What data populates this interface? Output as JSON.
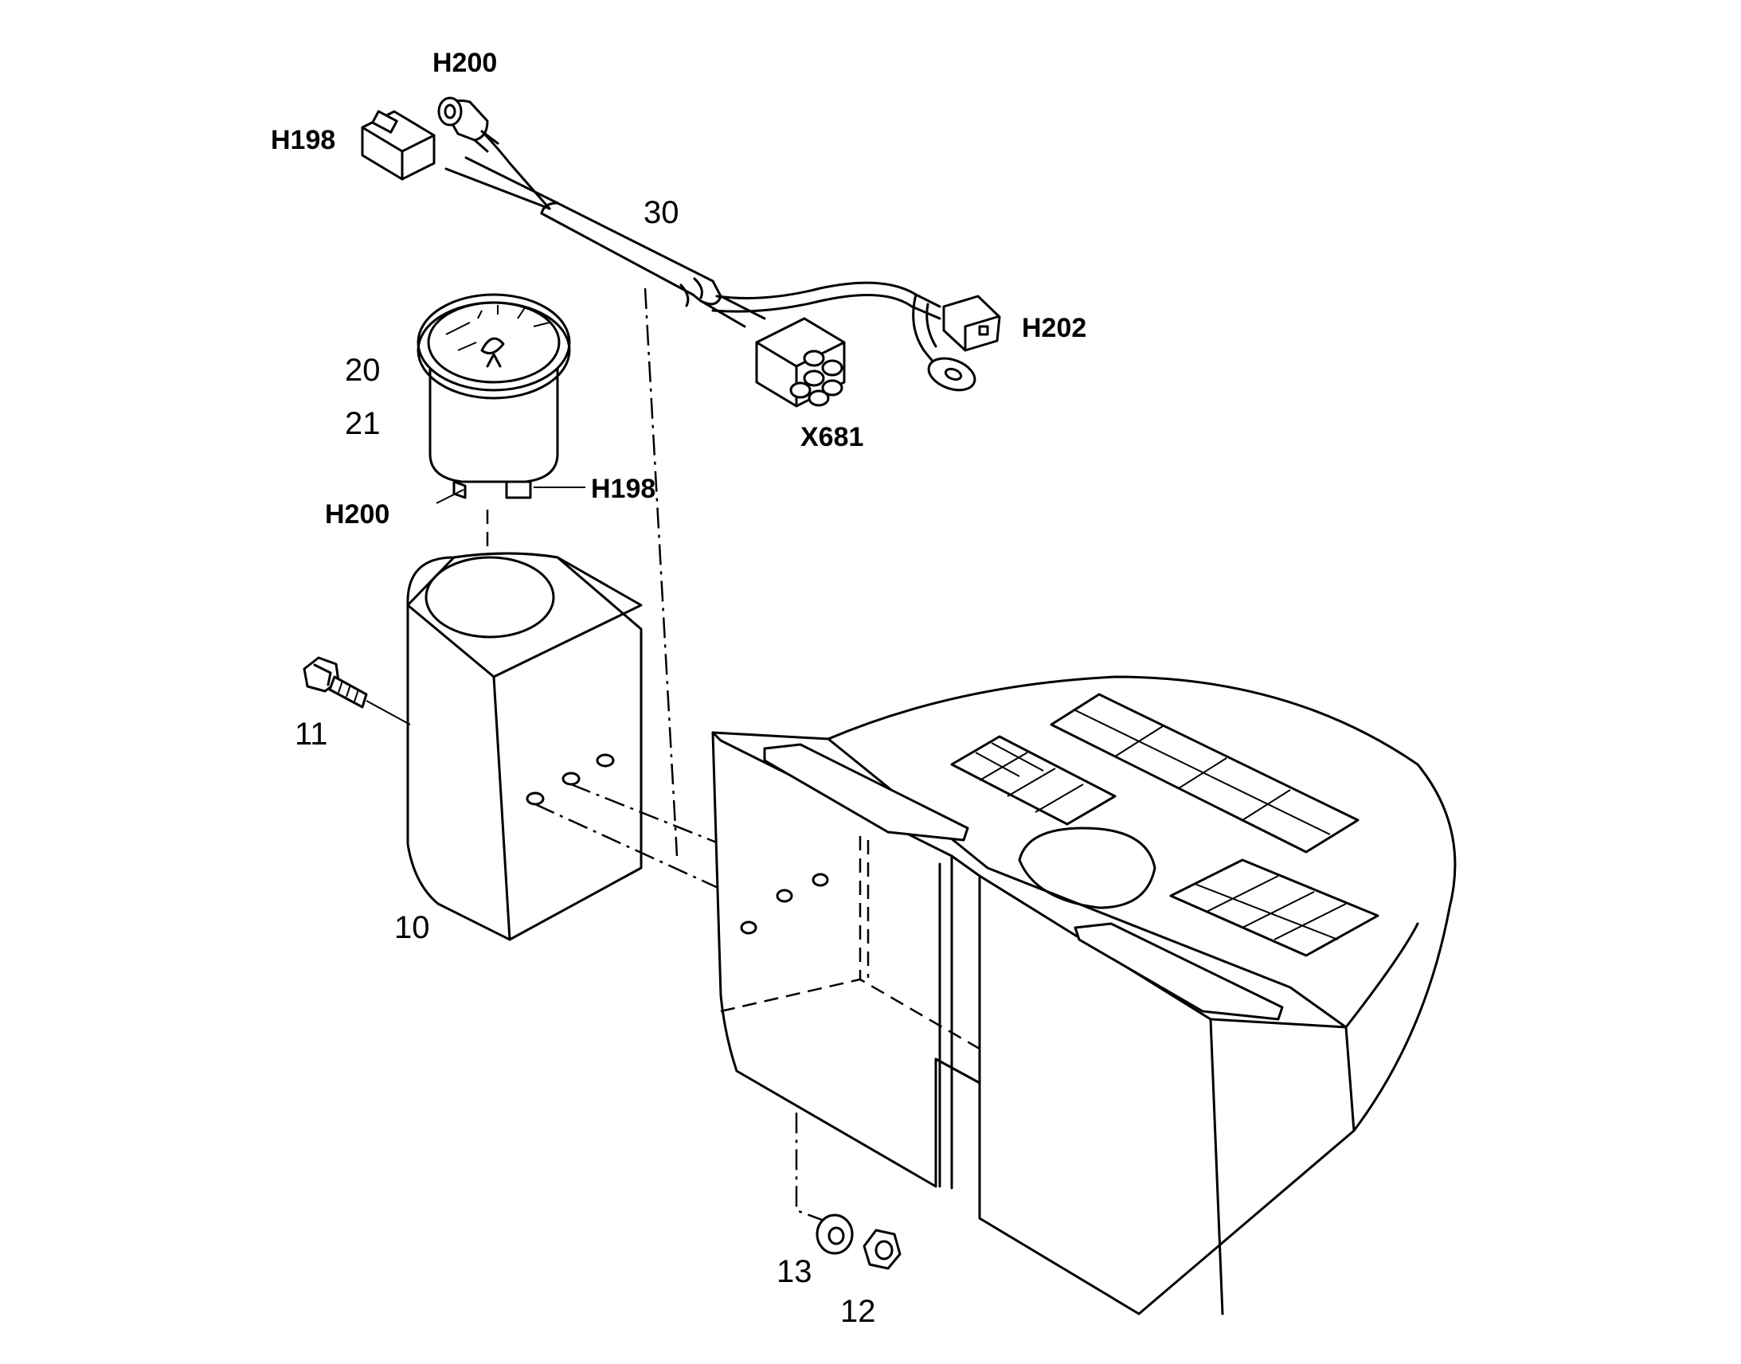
{
  "callouts": {
    "p10": "10",
    "p11": "11",
    "p12": "12",
    "p13": "13",
    "p20": "20",
    "p21": "21",
    "p30": "30"
  },
  "connectors": {
    "h200_top": "H200",
    "h198_top": "H198",
    "h202": "H202",
    "x681": "X681",
    "h200_gauge": "H200",
    "h198_gauge": "H198"
  }
}
